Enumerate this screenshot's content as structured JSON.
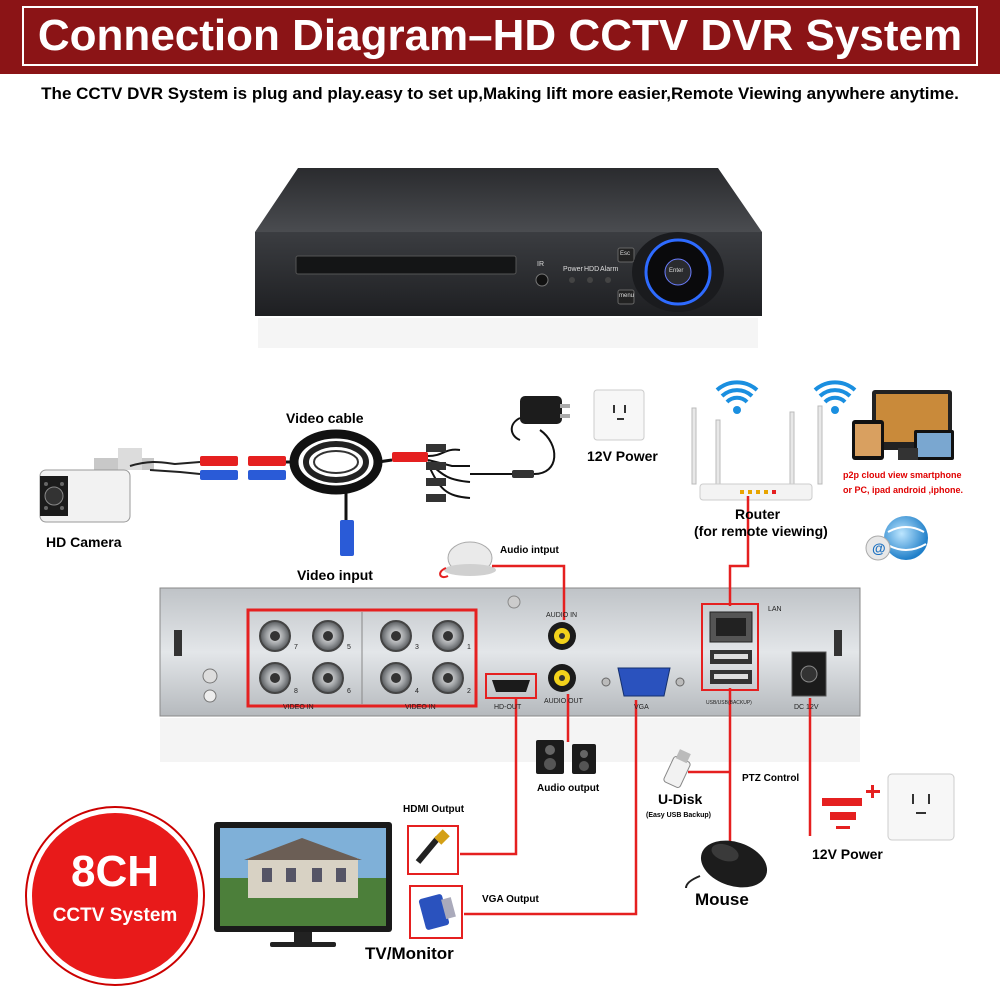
{
  "banner": {
    "title": "Connection Diagram–HD CCTV DVR System"
  },
  "subtitle": "The CCTV DVR System is plug and play.easy to set up,Making lift more easier,Remote Viewing anywhere anytime.",
  "dvr_front": {
    "ir": "IR",
    "power": "Power",
    "hdd": "HDD",
    "alarm": "Alarm",
    "esc": "Esc",
    "menu": "menu",
    "enter": "Enter"
  },
  "labels": {
    "video_cable": "Video cable",
    "hd_camera": "HD Camera",
    "video_input": "Video input",
    "power_top": "12V Power",
    "router": "Router",
    "router_sub": "(for remote viewing)",
    "p2p_line1": "p2p cloud  view smartphone",
    "p2p_line2": "or PC, ipad android ,iphone.",
    "audio_input": "Audio intput",
    "audio_output": "Audio output",
    "hdmi_output": "HDMI Output",
    "vga_output": "VGA Output",
    "udisk": "U-Disk",
    "udisk_sub": "(Easy USB Backup)",
    "ptz": "PTZ Control",
    "mouse": "Mouse",
    "power_bottom": "12V Power",
    "tv": "TV/Monitor"
  },
  "rear_panel": {
    "video_in_left": "VIDEO IN",
    "video_in_right": "VIDEO IN",
    "hd_out": "HD-OUT",
    "audio_in": "AUDIO IN",
    "audio_out": "AUDIO OUT",
    "vga": "VGA",
    "lan": "LAN",
    "usb": "USB/USB(BACKUP)",
    "dc": "DC 12V",
    "ch_numbers": [
      "7",
      "5",
      "3",
      "1",
      "8",
      "6",
      "4",
      "2"
    ]
  },
  "badge": {
    "top": "8CH",
    "bottom": "CCTV System"
  },
  "colors": {
    "banner": "#8b1416",
    "accent_red": "#e00000",
    "wire": "#e52020",
    "badge": "#e81a1a"
  }
}
